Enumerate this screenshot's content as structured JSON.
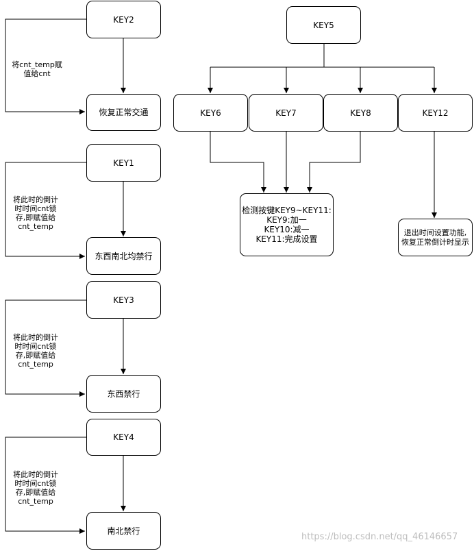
{
  "nodes": {
    "key2": "KEY2",
    "restore": "恢复正常交通",
    "key1": "KEY1",
    "all_stop": "东西南北均禁行",
    "key3": "KEY3",
    "ew_stop": "东西禁行",
    "key4": "KEY4",
    "ns_stop": "南北禁行",
    "key5": "KEY5",
    "key6": "KEY6",
    "key7": "KEY7",
    "key8": "KEY8",
    "key12": "KEY12",
    "detect": "检测按键KEY9~KEY11:\nKEY9:加一\nKEY10:减一\nKEY11:完成设置",
    "exit": "退出时间设置功能,\n恢复正常倒计时显示"
  },
  "edge_labels": {
    "key2_loop": "将cnt_temp赋\n值给cnt",
    "key1_loop": "将此时的倒计\n时时间cnt锁\n存,即赋值给\ncnt_temp",
    "key3_loop": "将此时的倒计\n时时间cnt锁\n存,即赋值给\ncnt_temp",
    "key4_loop": "将此时的倒计\n时时间cnt锁\n存,即赋值给\ncnt_temp"
  },
  "watermark": "https://blog.csdn.net/qq_46146657"
}
